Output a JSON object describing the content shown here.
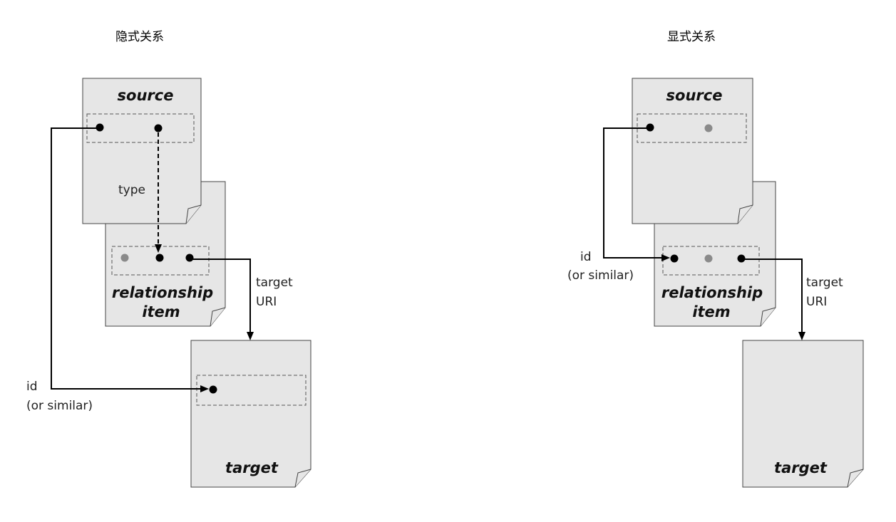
{
  "implicit": {
    "title": "隐式关系",
    "source_label": "source",
    "relationship_label_1": "relationship",
    "relationship_label_2": "item",
    "target_label": "target",
    "type_label": "type",
    "target_uri_label_1": "target",
    "target_uri_label_2": "URI",
    "id_label_1": "id",
    "id_label_2": "(or similar)"
  },
  "explicit": {
    "title": "显式关系",
    "source_label": "source",
    "relationship_label_1": "relationship",
    "relationship_label_2": "item",
    "target_label": "target",
    "target_uri_label_1": "target",
    "target_uri_label_2": "URI",
    "id_label_1": "id",
    "id_label_2": "(or similar)"
  },
  "colors": {
    "page_fill": "#e6e6e6",
    "active_dot": "#000000",
    "inactive_dot": "#8a8a8a"
  }
}
